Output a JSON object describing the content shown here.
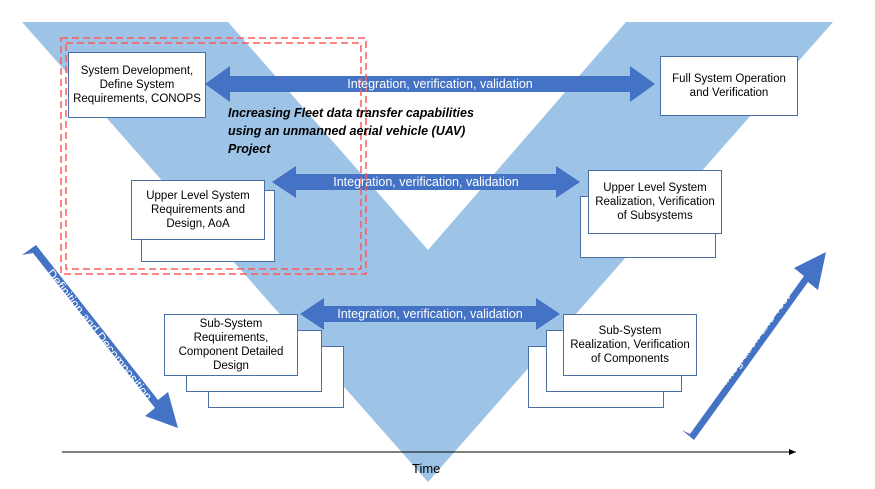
{
  "diagram": {
    "project_title": "Increasing Fleet data transfer capabilities using an unmanned aerial vehicle (UAV) Project",
    "arrows": {
      "top": "Integration, verification, validation",
      "middle": "Integration, verification, validation",
      "bottom": "Integration, verification, validation"
    },
    "boxes": {
      "system_development": "System Development, Define System Requirements, CONOPS",
      "full_system": "Full System Operation and Verification",
      "upper_level_requirements": "Upper Level System Requirements and Design, AoA",
      "upper_level_realization": "Upper Level System Realization, Verification of Subsystems",
      "subsystem_requirements": "Sub-System Requirements, Component Detailed Design",
      "subsystem_realization": "Sub-System Realization, Verification of Components"
    },
    "left_diagonal": "Definition and Decomposition",
    "right_diagonal": "Integration and Test",
    "time_axis": "Time"
  },
  "colors": {
    "v_shape": "#9dc3e6",
    "arrow": "#4472c4",
    "box_border": "#4a6fa5",
    "highlight_dash": "#ff5a5a"
  }
}
